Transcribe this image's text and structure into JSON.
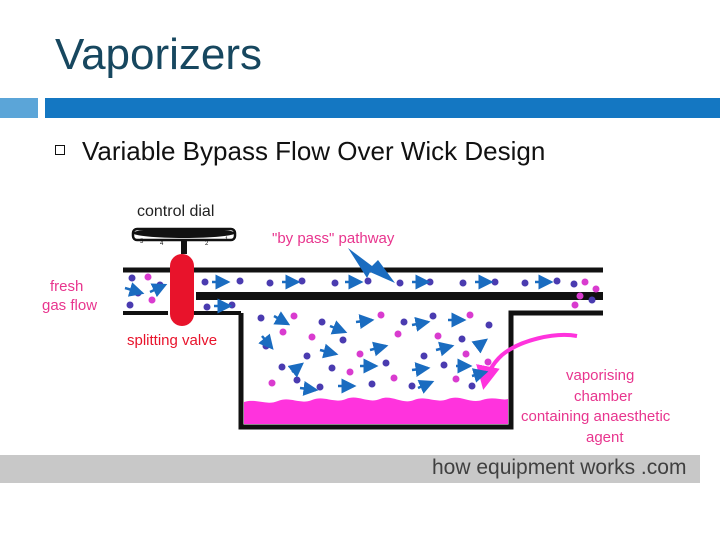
{
  "slide": {
    "title": "Vaporizers",
    "bullet": "Variable Bypass Flow Over Wick Design"
  },
  "diagram": {
    "labels": {
      "control_dial": "control dial",
      "bypass": "\"by pass\" pathway",
      "fresh_gas_1": "fresh",
      "fresh_gas_2": "gas flow",
      "splitting_valve": "splitting valve",
      "chamber_1": "vaporising",
      "chamber_2": "chamber",
      "chamber_3": "containing anaesthetic",
      "chamber_4": "agent"
    },
    "dial_numbers": [
      "5",
      "4",
      "3",
      "2",
      "1"
    ],
    "colors": {
      "label": "#e8358e",
      "valve": "#e8132b",
      "arrow": "#1a6cc0",
      "gas_dot": "#4a3bb0",
      "agent_dot": "#d93bcf",
      "agent_liquid": "#ff33dd",
      "wall": "#111111"
    }
  },
  "footer": {
    "credit": "how equipment works .com"
  }
}
